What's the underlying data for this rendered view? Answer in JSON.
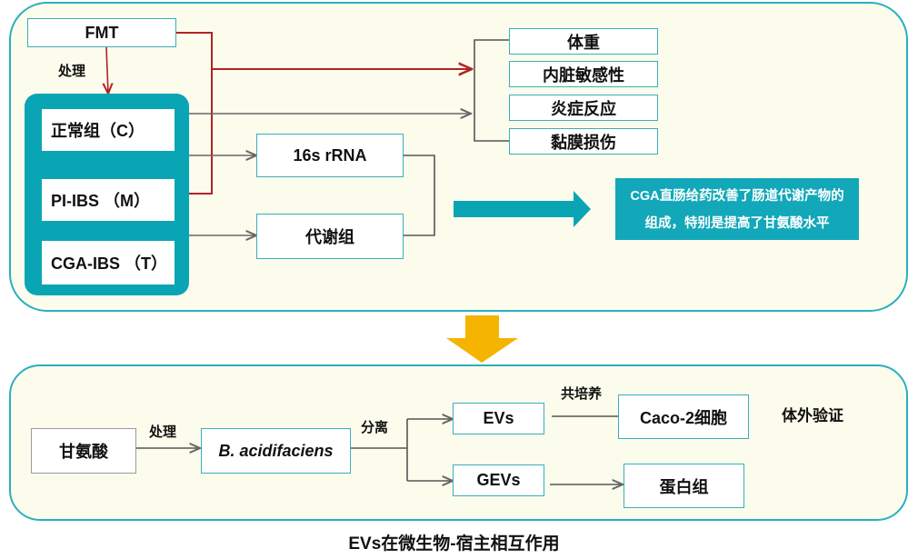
{
  "top": {
    "fmt": "FMT",
    "treat_label": "处理",
    "groups": [
      "正常组（C）",
      "PI-IBS （M）",
      "CGA-IBS （T）"
    ],
    "outcomes": [
      "体重",
      "内脏敏感性",
      "炎症反应",
      "黏膜损伤"
    ],
    "analyses": [
      "16s rRNA",
      "代谢组"
    ],
    "conclusion": "CGA直肠给药改善了肠道代谢产物的组成，特别是提高了甘氨酸水平"
  },
  "bottom": {
    "glycine": "甘氨酸",
    "treat_label": "处理",
    "bacterium": "B. acidifaciens",
    "isolate_label": "分离",
    "evs": "EVs",
    "gevs": "GEVs",
    "coculture_label": "共培养",
    "caco": "Caco-2细胞",
    "proteome": "蛋白组",
    "invitro_label": "体外验证"
  },
  "caption": "EVs在微生物-宿主相互作用",
  "colors": {
    "teal": "#0aa5b5",
    "panel_bg": "#fcfced",
    "red_arrow": "#b22222",
    "gray_arrow": "#666666",
    "down_arrow": "#f5b400"
  }
}
